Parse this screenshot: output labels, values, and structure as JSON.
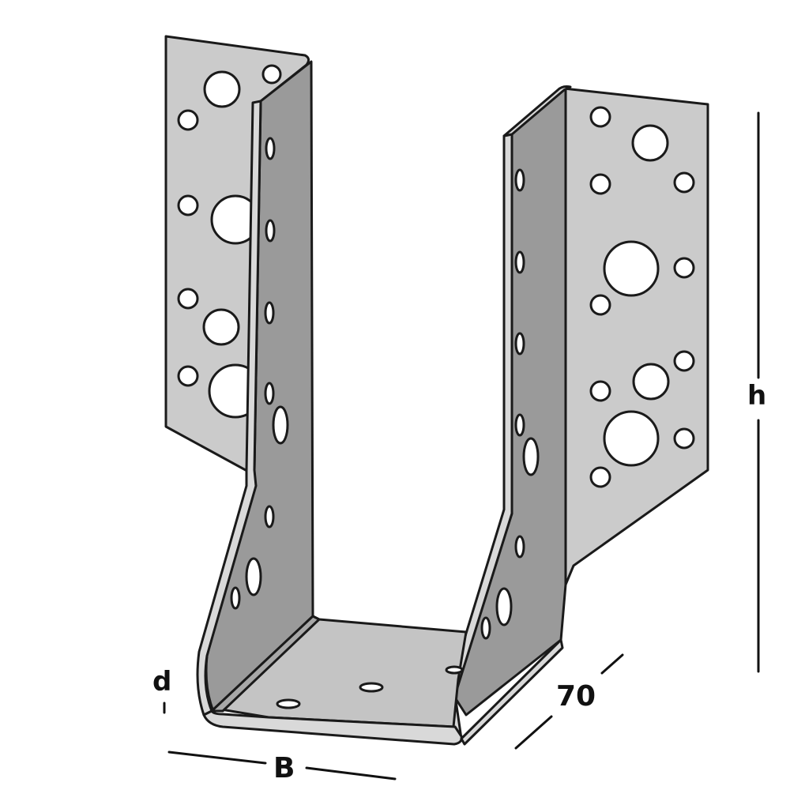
{
  "diagram": {
    "subject": "U-shaped joist hanger bracket with perforated flanges",
    "dimensions": {
      "height": {
        "label": "h"
      },
      "thickness": {
        "label": "d"
      },
      "width": {
        "label": "B"
      },
      "depth": {
        "label": "70"
      }
    },
    "colors": {
      "background": "#ffffff",
      "flange_face": "#cbcbcb",
      "side_wall": "#9a9a9a",
      "base_plate": "#c4c4c4",
      "edge_highlight": "#d9d9d9",
      "outline": "#1a1a1a",
      "dimension_line": "#111111"
    }
  }
}
